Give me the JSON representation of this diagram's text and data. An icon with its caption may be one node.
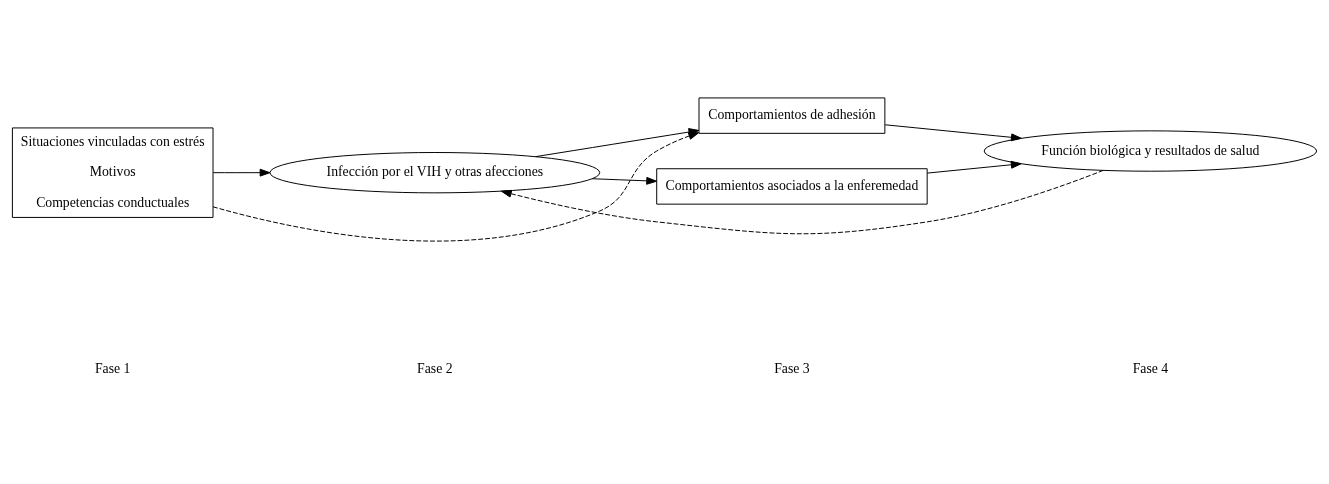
{
  "diagram": {
    "nodes": [
      {
        "text": [
          "Situaciones vinculadas con estrés",
          "Motivos",
          "Competencias conductuales"
        ]
      },
      {
        "text": [
          "Infección por el VIH y otras afecciones"
        ]
      },
      {
        "text": [
          "Comportamientos de adhesión"
        ]
      },
      {
        "text": [
          "Comportamientos asociados a la enferemedad"
        ]
      },
      {
        "text": [
          "Función biológica y resultados de salud"
        ]
      }
    ],
    "edges": [
      {
        "from": 0,
        "to": 1,
        "arrow": "to"
      },
      {
        "from": 1,
        "to": 2,
        "arrow": "to"
      },
      {
        "from": 1,
        "to": 3,
        "arrow": "to"
      },
      {
        "from": 2,
        "to": 4,
        "arrow": "to"
      },
      {
        "from": 3,
        "to": 4,
        "arrow": "to"
      },
      {
        "from": 0,
        "to": 2,
        "arrow": "to",
        "style": "dashed"
      },
      {
        "from": 4,
        "to": 1,
        "arrow": "to",
        "style": "dashed"
      }
    ],
    "labels": [
      "Fase 1",
      "Fase 2",
      "Fase 3",
      "Fase 4"
    ]
  }
}
